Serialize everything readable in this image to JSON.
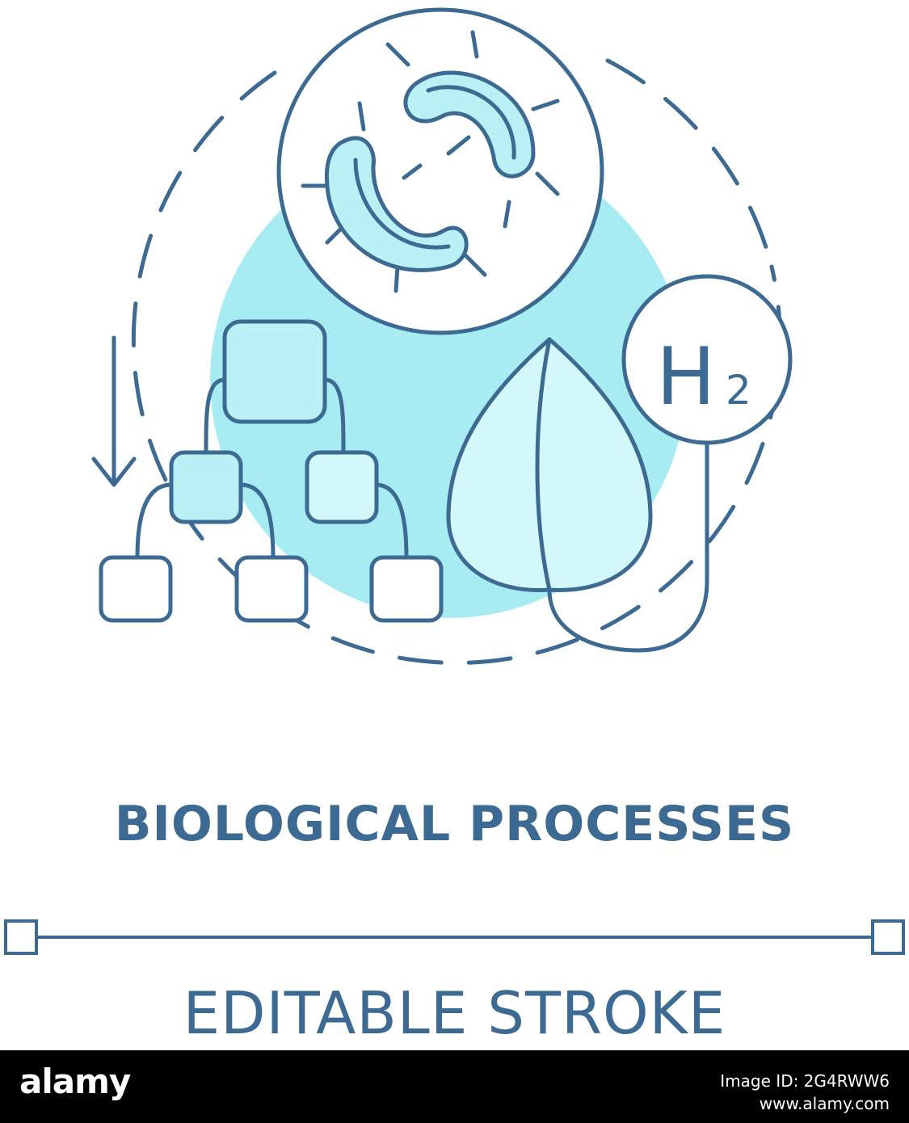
{
  "title": "BIOLOGICAL PROCESSES",
  "subtitle": "EDITABLE STROKE",
  "h2_label": "H",
  "h2_subscript": "2",
  "colors": {
    "stroke": "#3d6a92",
    "accent_circle": "#a6ecf2",
    "fill_light": "#d3f8fb",
    "fill_mid": "#b9f1f6",
    "footer_bg": "#000000"
  },
  "icons": [
    "bacteria-icon",
    "flowchart-icon",
    "leaf-icon",
    "hydrogen-icon",
    "down-arrow-icon"
  ],
  "footer": {
    "logo": "alamy",
    "image_id": "Image ID: 2G4RWW6",
    "source": "www.alamy.com"
  }
}
